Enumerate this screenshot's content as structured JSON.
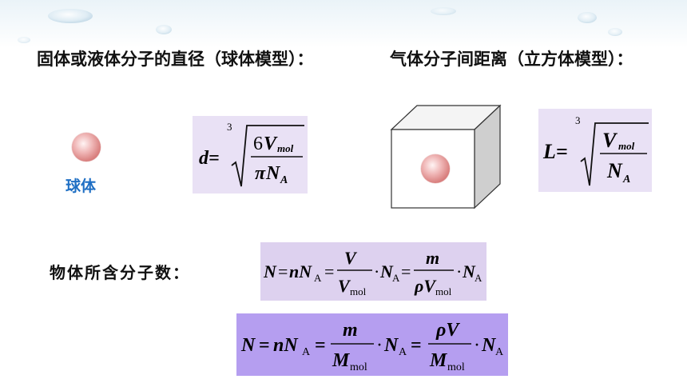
{
  "headings": {
    "solid_liquid": "固体或液体分子的直径（球体模型）：",
    "gas": "气体分子间距离（立方体模型）："
  },
  "sphere_label": "球体",
  "count_label": "物体所含分子数：",
  "formula_d": {
    "lhs": "d=",
    "root_index": "3",
    "num_coef": "6",
    "num_var": "V",
    "num_sub": "mol",
    "den_pi": "π",
    "den_var": "N",
    "den_sub": "A"
  },
  "formula_L": {
    "lhs": "L=",
    "root_index": "3",
    "num_var": "V",
    "num_sub": "mol",
    "den_var": "N",
    "den_sub": "A"
  },
  "formula_N1": {
    "t1": "N",
    "eq1": "=",
    "t2": "nN",
    "t2_sub": "A",
    "eq2": "=",
    "f1_num": "V",
    "f1_den": "V",
    "f1_den_sub": "mol",
    "dot1": "·",
    "t3": "N",
    "t3_sub": "A",
    "eq3": "=",
    "f2_num": "m",
    "f2_den": "ρV",
    "f2_den_sub": "mol",
    "dot2": "·",
    "t4": "N",
    "t4_sub": "A"
  },
  "formula_N2": {
    "t1": "N",
    "eq1": "=",
    "t2": "nN",
    "t2_sub": "A",
    "eq2": "=",
    "f1_num": "m",
    "f1_den": "M",
    "f1_den_sub": "mol",
    "dot1": "·",
    "t3": "N",
    "t3_sub": "A",
    "eq3": "=",
    "f2_num": "ρV",
    "f2_den": "M",
    "f2_den_sub": "mol",
    "dot2": "·",
    "t4": "N",
    "t4_sub": "A"
  },
  "colors": {
    "formula_box_light": "#e9e1f5",
    "formula_box_mid": "#ddd1ef",
    "formula_box_strong": "#b59ef0",
    "sphere_label": "#1f6fc4"
  }
}
